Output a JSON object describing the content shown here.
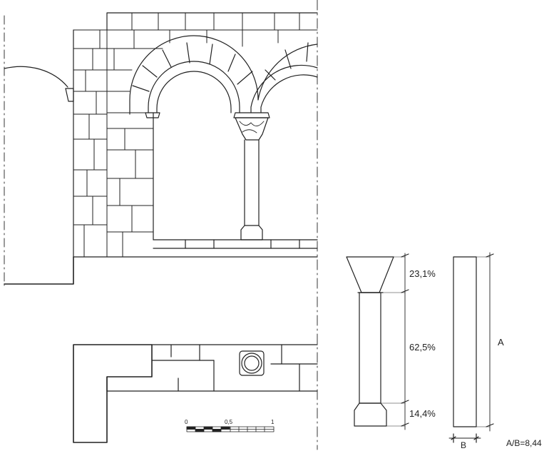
{
  "column_proportions": {
    "capital": "23,1%",
    "shaft": "62,5%",
    "base": "14,4%"
  },
  "shaft_dimensions": {
    "height_label": "A",
    "width_label": "B",
    "ratio": "A/B=8,44"
  },
  "scale_bar": {
    "start": "0",
    "mid": "0,5",
    "end": "1"
  },
  "colors": {
    "ink": "#222222",
    "paper": "#ffffff"
  }
}
